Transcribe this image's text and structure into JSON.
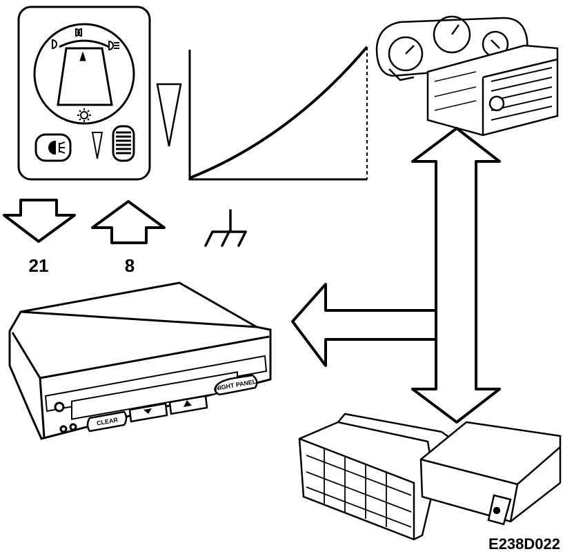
{
  "labels": {
    "pin_out": "21",
    "pin_in": "8",
    "figure_code": "E238D022"
  },
  "panel_buttons": {
    "clear": "CLEAR",
    "night_panel": "NIGHT PANEL"
  },
  "icons": [
    "headlight-switch-icon",
    "fog-light-icon",
    "ground-symbol-icon",
    "down-arrow-icon",
    "up-arrow-icon",
    "double-arrow-icon",
    "left-arrow-icon"
  ],
  "colors": {
    "line": "#000000",
    "background": "#ffffff"
  }
}
